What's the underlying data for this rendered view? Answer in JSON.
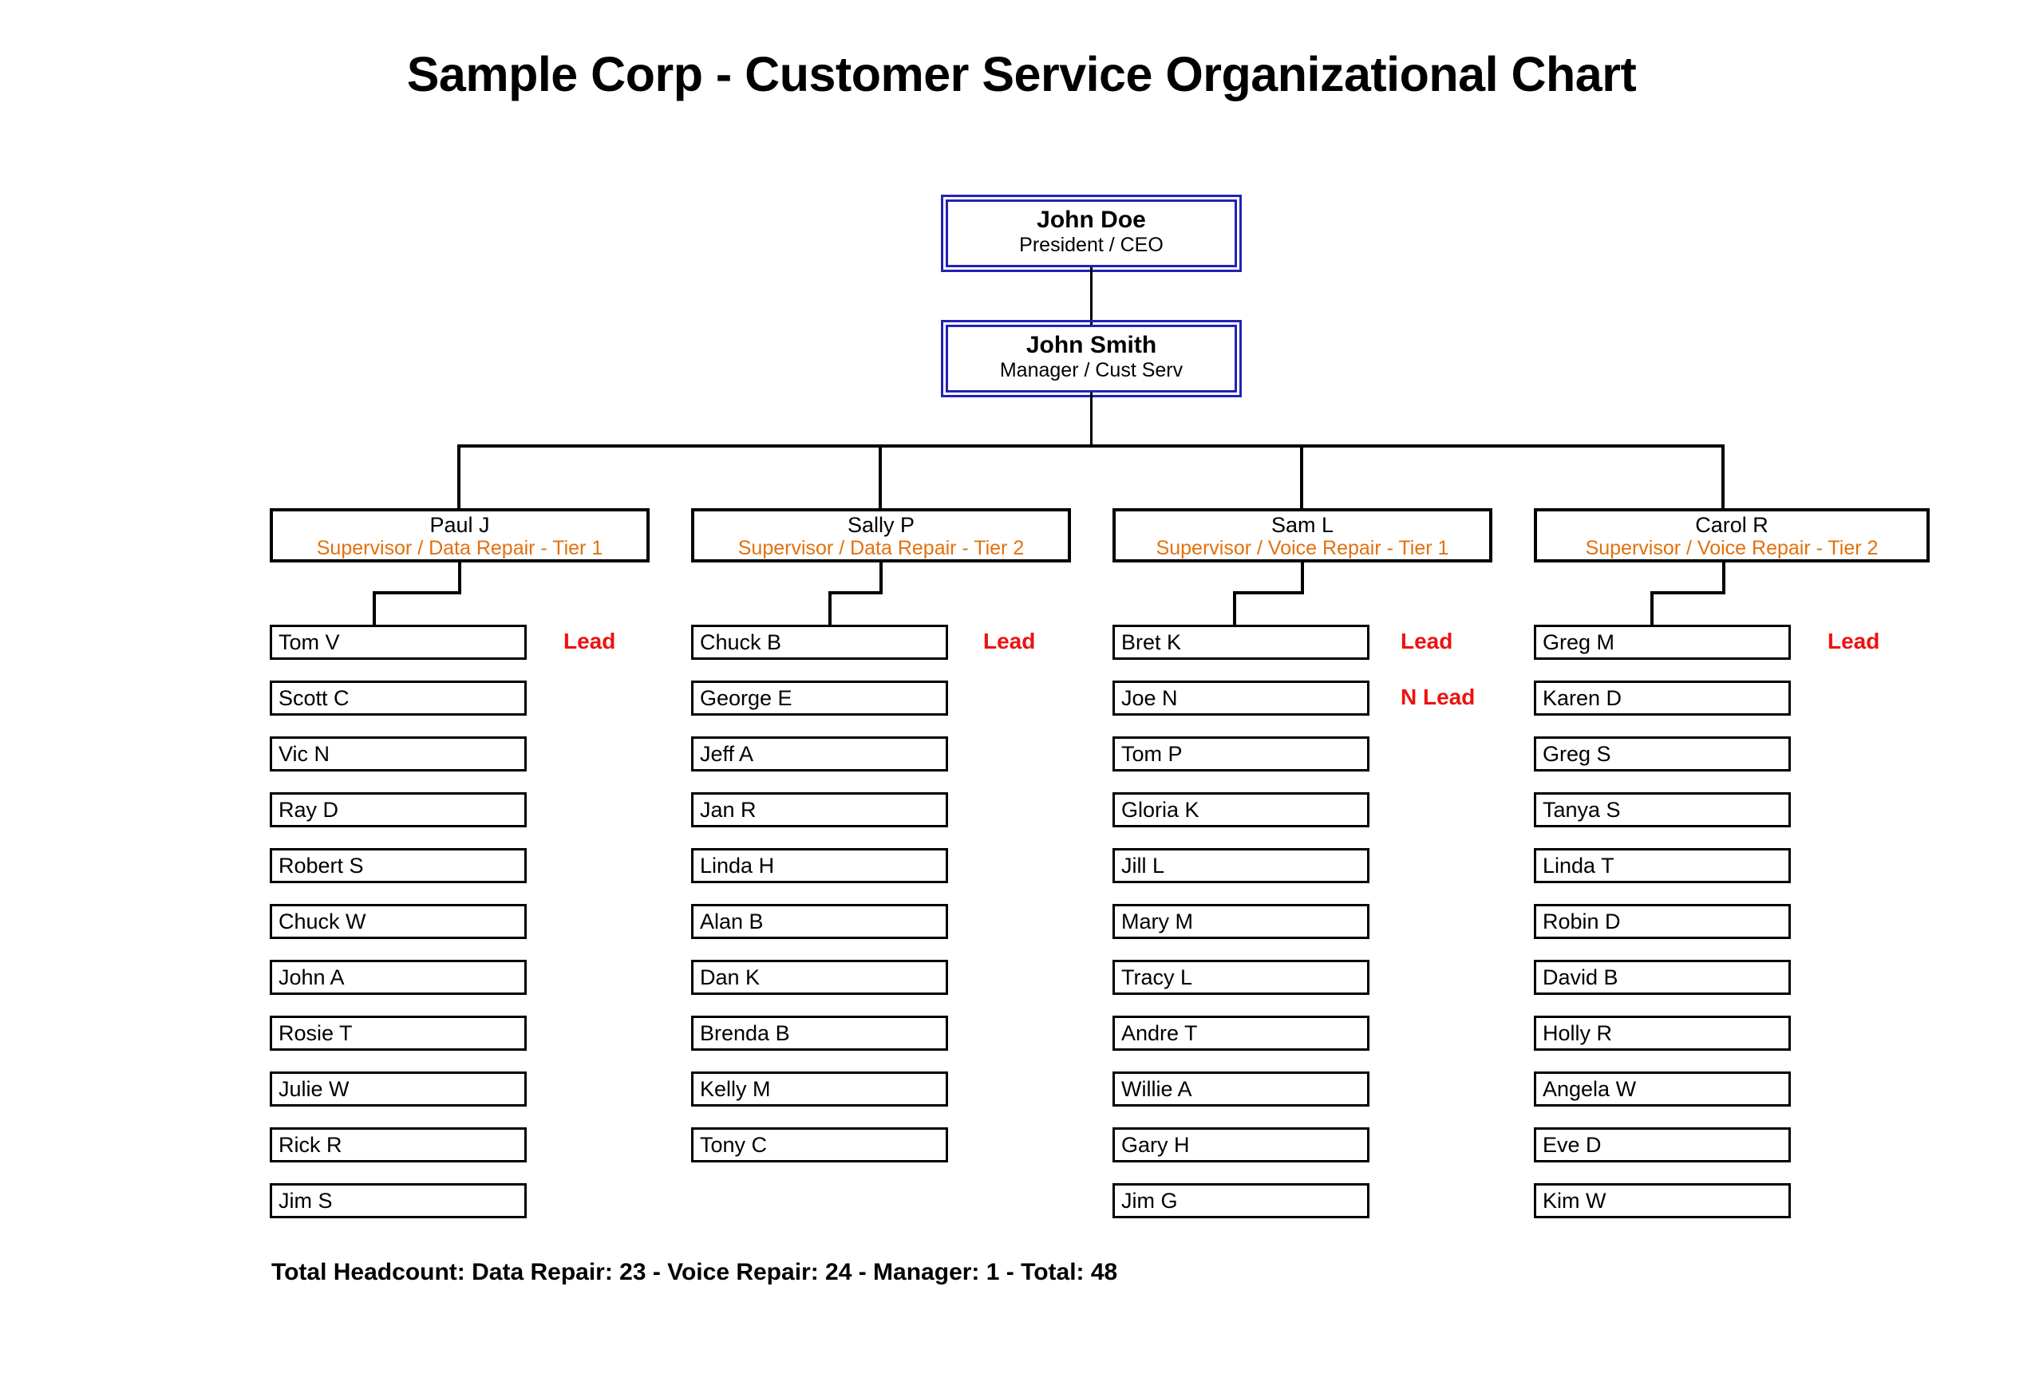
{
  "page": {
    "title": "Sample Corp - Customer Service Organizational Chart",
    "background_color": "#ffffff"
  },
  "colors": {
    "executive_border": "#2222B4",
    "supervisor_title": "#E2710E",
    "lead_tag": "#EE1111",
    "box_border": "#000000",
    "text": "#000000"
  },
  "executives": [
    {
      "name": "John Doe",
      "title": "President / CEO"
    },
    {
      "name": "John Smith",
      "title": "Manager / Cust Serv"
    }
  ],
  "supervisors": [
    {
      "name": "Paul J",
      "title": "Supervisor / Data Repair - Tier 1"
    },
    {
      "name": "Sally P",
      "title": "Supervisor / Data Repair - Tier 2"
    },
    {
      "name": "Sam L",
      "title": "Supervisor / Voice Repair - Tier 1"
    },
    {
      "name": "Carol R",
      "title": "Supervisor / Voice Repair - Tier 2"
    }
  ],
  "columns": [
    {
      "supervisor": "Paul J",
      "employees": [
        {
          "name": "Tom V",
          "tag": "Lead"
        },
        {
          "name": "Scott C",
          "tag": ""
        },
        {
          "name": "Vic N",
          "tag": ""
        },
        {
          "name": "Ray D",
          "tag": ""
        },
        {
          "name": "Robert S",
          "tag": ""
        },
        {
          "name": "Chuck W",
          "tag": ""
        },
        {
          "name": "John A",
          "tag": ""
        },
        {
          "name": "Rosie T",
          "tag": ""
        },
        {
          "name": "Julie W",
          "tag": ""
        },
        {
          "name": "Rick R",
          "tag": ""
        },
        {
          "name": "Jim S",
          "tag": ""
        }
      ]
    },
    {
      "supervisor": "Sally P",
      "employees": [
        {
          "name": "Chuck B",
          "tag": "Lead"
        },
        {
          "name": "George E",
          "tag": ""
        },
        {
          "name": "Jeff A",
          "tag": ""
        },
        {
          "name": "Jan R",
          "tag": ""
        },
        {
          "name": "Linda H",
          "tag": ""
        },
        {
          "name": "Alan B",
          "tag": ""
        },
        {
          "name": "Dan K",
          "tag": ""
        },
        {
          "name": "Brenda B",
          "tag": ""
        },
        {
          "name": "Kelly M",
          "tag": ""
        },
        {
          "name": "Tony C",
          "tag": ""
        }
      ]
    },
    {
      "supervisor": "Sam L",
      "employees": [
        {
          "name": "Bret K",
          "tag": "Lead"
        },
        {
          "name": "Joe N",
          "tag": "N Lead"
        },
        {
          "name": "Tom P",
          "tag": ""
        },
        {
          "name": "Gloria K",
          "tag": ""
        },
        {
          "name": "Jill L",
          "tag": ""
        },
        {
          "name": "Mary M",
          "tag": ""
        },
        {
          "name": "Tracy L",
          "tag": ""
        },
        {
          "name": "Andre T",
          "tag": ""
        },
        {
          "name": "Willie A",
          "tag": ""
        },
        {
          "name": "Gary H",
          "tag": ""
        },
        {
          "name": "Jim G",
          "tag": ""
        }
      ]
    },
    {
      "supervisor": "Carol R",
      "employees": [
        {
          "name": "Greg M",
          "tag": "Lead"
        },
        {
          "name": "Karen D",
          "tag": ""
        },
        {
          "name": "Greg S",
          "tag": ""
        },
        {
          "name": "Tanya S",
          "tag": ""
        },
        {
          "name": "Linda T",
          "tag": ""
        },
        {
          "name": "Robin D",
          "tag": ""
        },
        {
          "name": "David B",
          "tag": ""
        },
        {
          "name": "Holly R",
          "tag": ""
        },
        {
          "name": "Angela W",
          "tag": ""
        },
        {
          "name": "Eve D",
          "tag": ""
        },
        {
          "name": "Kim W",
          "tag": ""
        }
      ]
    }
  ],
  "footer": {
    "text": "Total Headcount:  Data Repair: 23  -  Voice Repair: 24  -  Manager: 1  -   Total: 48",
    "data_repair": 23,
    "voice_repair": 24,
    "manager": 1,
    "total": 48
  }
}
